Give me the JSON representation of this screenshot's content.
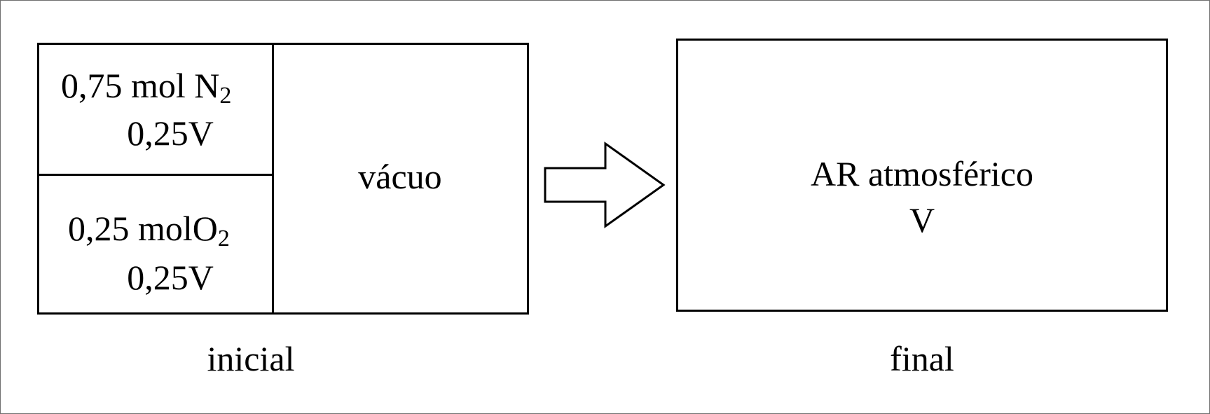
{
  "initial": {
    "n2": {
      "line1_prefix": "0,75 mol N",
      "line1_sub": "2",
      "line2": "0,25V"
    },
    "o2": {
      "line1_prefix": "0,25 molO",
      "line1_sub": "2",
      "line2": "0,25V"
    },
    "vacuum_label": "vácuo",
    "caption": "inicial"
  },
  "final": {
    "gas_label": "AR atmosférico",
    "volume_label": "V",
    "caption": "final"
  },
  "colors": {
    "line": "#000000",
    "background": "#ffffff",
    "border": "#6f6f6f"
  }
}
